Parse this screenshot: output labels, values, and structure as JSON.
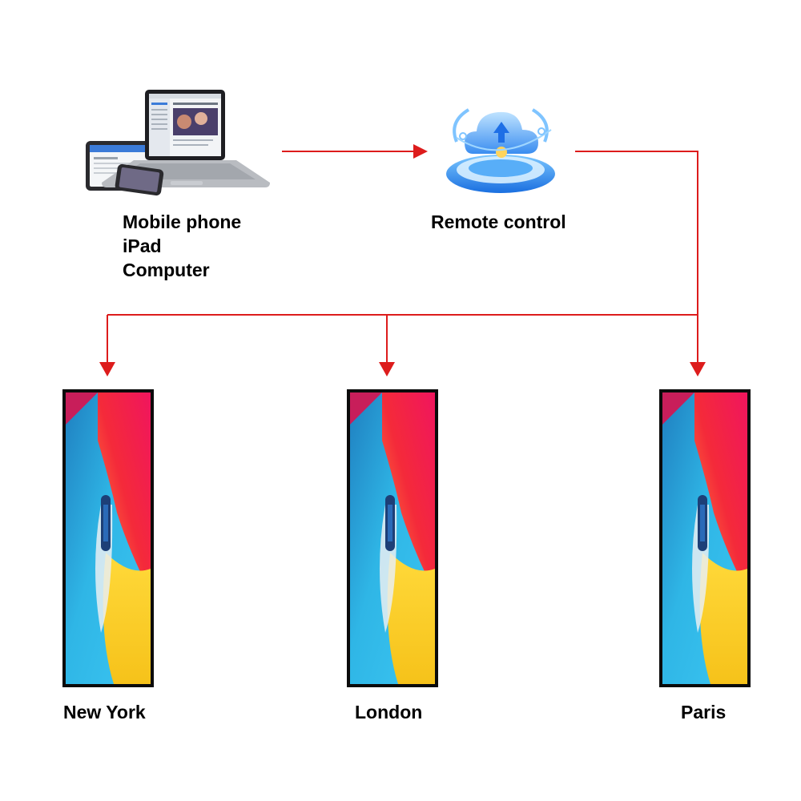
{
  "colors": {
    "arrow": "#dd1c1c",
    "text": "#000000",
    "screen_frame": "#0b0b0b"
  },
  "source": {
    "icon": "devices-icon",
    "lines": [
      "Mobile phone",
      "iPad",
      "Computer"
    ]
  },
  "hub": {
    "icon": "cloud-upload-icon",
    "label": "Remote control"
  },
  "displays": [
    {
      "city": "New York",
      "icon": "boat-artwork-screen"
    },
    {
      "city": "London",
      "icon": "boat-artwork-screen"
    },
    {
      "city": "Paris",
      "icon": "boat-artwork-screen"
    }
  ]
}
